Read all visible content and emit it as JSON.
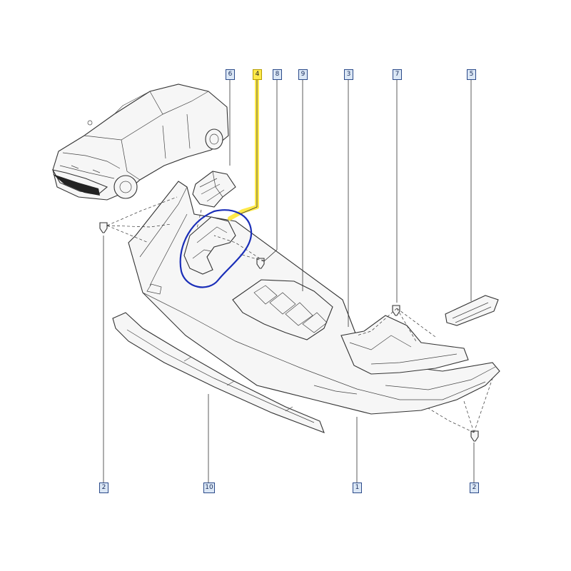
{
  "callouts": [
    {
      "label": "6"
    },
    {
      "label": "4"
    },
    {
      "label": "8"
    },
    {
      "label": "9"
    },
    {
      "label": "3"
    },
    {
      "label": "7"
    },
    {
      "label": "5"
    },
    {
      "label": "2"
    },
    {
      "label": "10"
    },
    {
      "label": "1"
    },
    {
      "label": "2"
    }
  ],
  "colors": {
    "callout_fill": "#dbe7f5",
    "callout_border": "#2b4a8a",
    "highlight_yellow": "#ffe94a",
    "highlight_circle": "#1a2eb8"
  }
}
